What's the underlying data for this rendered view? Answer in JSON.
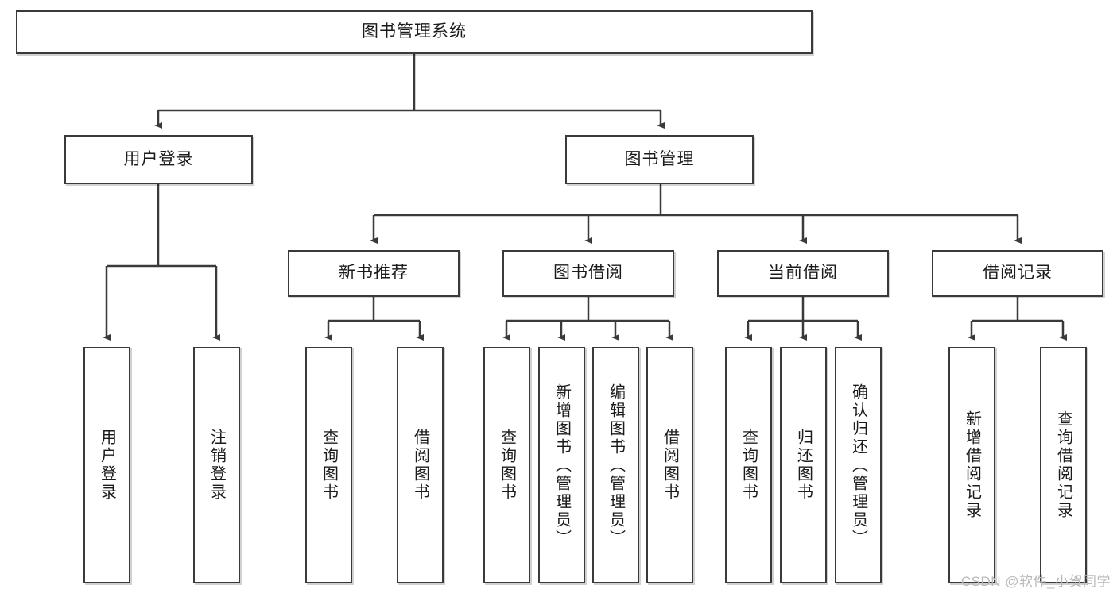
{
  "diagram": {
    "title": "图书管理系统",
    "type": "tree-hierarchy-diagram",
    "colors": {
      "node_border": "#3a3a3a",
      "node_fill": "#ffffff",
      "edge": "#3a3a3a",
      "text": "#1b1b1b",
      "watermark": "#b9b9b9"
    },
    "nodes": {
      "root": {
        "label": "图书管理系统",
        "orientation": "horizontal"
      },
      "level2": [
        {
          "id": "user-login",
          "label": "用户登录",
          "orientation": "horizontal"
        },
        {
          "id": "book-management",
          "label": "图书管理",
          "orientation": "horizontal"
        }
      ],
      "level3": [
        {
          "id": "new-book-recommend",
          "label": "新书推荐",
          "orientation": "horizontal"
        },
        {
          "id": "book-borrow",
          "label": "图书借阅",
          "orientation": "horizontal"
        },
        {
          "id": "current-borrow",
          "label": "当前借阅",
          "orientation": "horizontal"
        },
        {
          "id": "borrow-record",
          "label": "借阅记录",
          "orientation": "horizontal"
        }
      ],
      "leaves": [
        {
          "id": "leaf-user-login",
          "label": "用户登录",
          "parent": "user-login",
          "orientation": "vertical"
        },
        {
          "id": "leaf-logout-login",
          "label": "注销登录",
          "parent": "user-login",
          "orientation": "vertical"
        },
        {
          "id": "leaf-query-book-1",
          "label": "查询图书",
          "parent": "new-book-recommend",
          "orientation": "vertical"
        },
        {
          "id": "leaf-borrow-book-1",
          "label": "借阅图书",
          "parent": "new-book-recommend",
          "orientation": "vertical"
        },
        {
          "id": "leaf-query-book-2",
          "label": "查询图书",
          "parent": "book-borrow",
          "orientation": "vertical"
        },
        {
          "id": "leaf-add-book",
          "label": "新增图书（管理员）",
          "parent": "book-borrow",
          "orientation": "vertical"
        },
        {
          "id": "leaf-edit-book",
          "label": "编辑图书（管理员）",
          "parent": "book-borrow",
          "orientation": "vertical"
        },
        {
          "id": "leaf-borrow-book-2",
          "label": "借阅图书",
          "parent": "book-borrow",
          "orientation": "vertical"
        },
        {
          "id": "leaf-query-book-3",
          "label": "查询图书",
          "parent": "current-borrow",
          "orientation": "vertical"
        },
        {
          "id": "leaf-return-book",
          "label": "归还图书",
          "parent": "current-borrow",
          "orientation": "vertical"
        },
        {
          "id": "leaf-confirm-return",
          "label": "确认归还（管理员）",
          "parent": "current-borrow",
          "orientation": "vertical"
        },
        {
          "id": "leaf-add-record",
          "label": "新增借阅记录",
          "parent": "borrow-record",
          "orientation": "vertical"
        },
        {
          "id": "leaf-query-record",
          "label": "查询借阅记录",
          "parent": "borrow-record",
          "orientation": "vertical"
        }
      ]
    },
    "watermark": "CSDN @软件_小贺同学"
  }
}
